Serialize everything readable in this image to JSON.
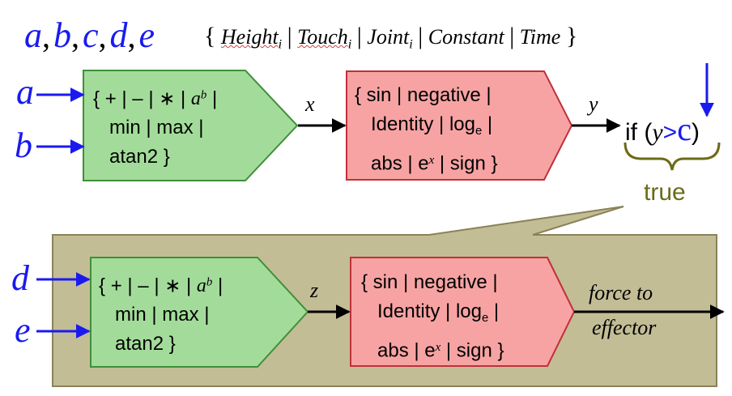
{
  "title_vars": {
    "a": "a",
    "b": "b",
    "c": "c",
    "d": "d",
    "e": "e",
    "sep": ",",
    "open_brace": "{",
    "close_brace": "}",
    "pipe": "|",
    "terms": [
      {
        "base": "Height",
        "sub": "i"
      },
      {
        "base": "Touch",
        "sub": "i"
      },
      {
        "base": "Joint",
        "sub": "i"
      },
      {
        "base": "Constant",
        "sub": ""
      },
      {
        "base": "Time",
        "sub": ""
      }
    ]
  },
  "inputs": {
    "top_a": "a",
    "top_b": "b",
    "bottom_d": "d",
    "bottom_e": "e"
  },
  "green_box": {
    "line1": {
      "open": "{",
      "plus": "+",
      "minus": "–",
      "times": "∗",
      "pow_base": "a",
      "pow_exp": "b",
      "pipe": "|"
    },
    "line2": "min | max |",
    "line3": "atan2 }"
  },
  "red_box": {
    "line1": "{ sin | negative |",
    "line2_prefix": "Identity | log",
    "line2_sub": "e",
    "line2_suffix": " |",
    "line3_prefix": "abs | e",
    "line3_sup": "x",
    "line3_suffix": " | sign }"
  },
  "edges": {
    "x": "x",
    "y": "y",
    "z": "z",
    "force_line1": "force to",
    "force_line2": "effector"
  },
  "condition": {
    "prefix": "if (",
    "y": "y",
    "gt": ">",
    "c": "c",
    "suffix": ")"
  },
  "true_label": "true",
  "colors": {
    "blue": "#1a1af0",
    "green_fill": "#a3dc9a",
    "green_stroke": "#3f8f3a",
    "red_fill": "#f7a3a3",
    "red_stroke": "#c0303a",
    "olive_fill": "#c3bd96",
    "olive_stroke": "#8a8258",
    "true_color": "#6b6b18"
  }
}
